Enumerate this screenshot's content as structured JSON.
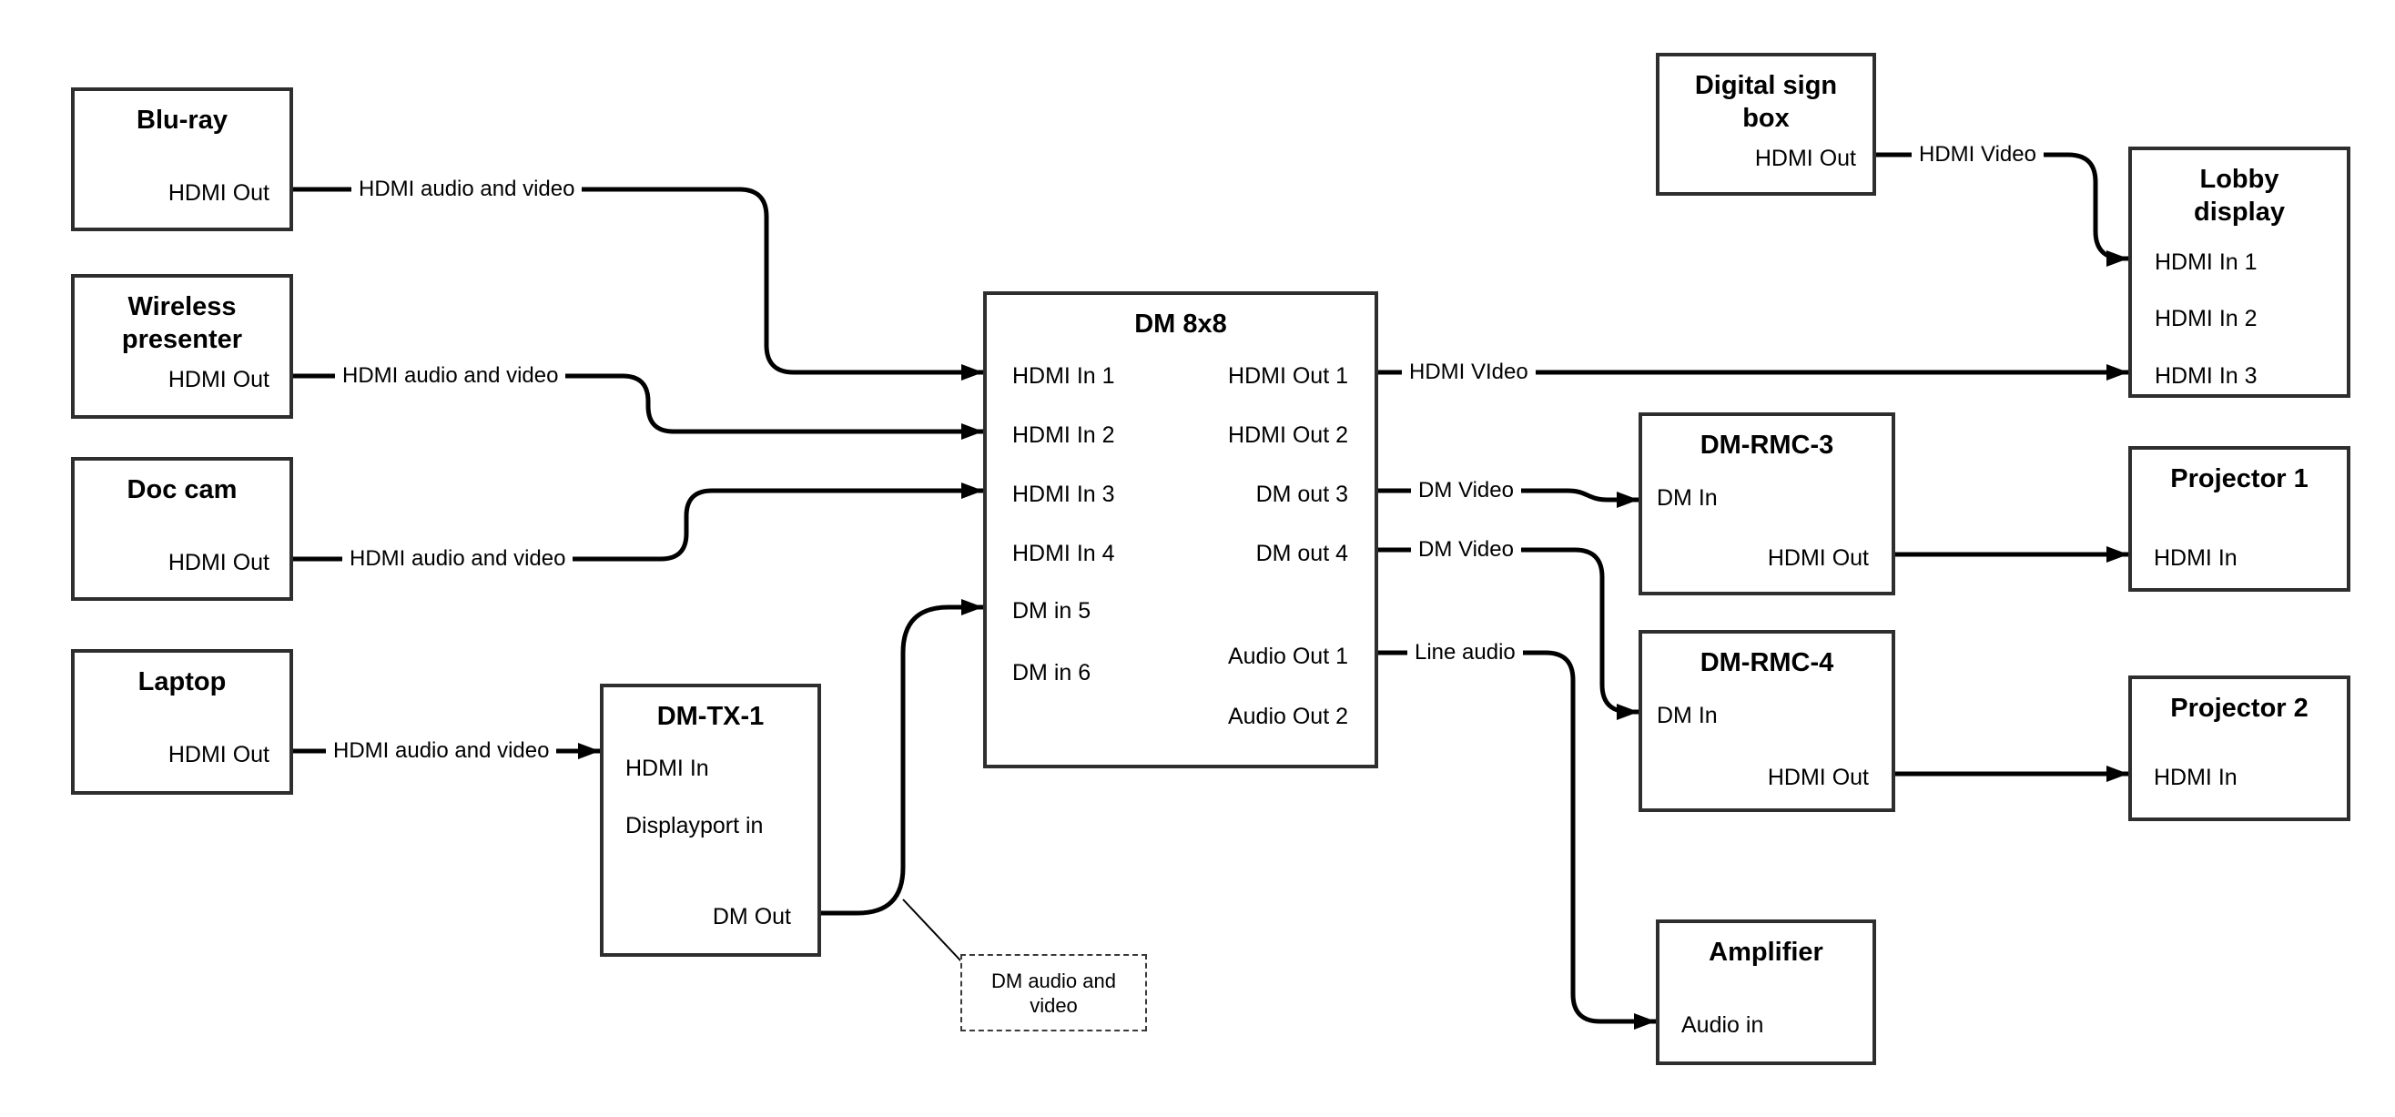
{
  "colors": {
    "background": "#ffffff",
    "line": "#000000",
    "box_border": "#2e2e2e",
    "text": "#000000"
  },
  "nodes": {
    "bluray": {
      "title": "Blu-ray",
      "port_hdmi_out": "HDMI Out"
    },
    "wireless_presenter": {
      "title": "Wireless presenter",
      "port_hdmi_out": "HDMI Out"
    },
    "doc_cam": {
      "title": "Doc cam",
      "port_hdmi_out": "HDMI Out"
    },
    "laptop": {
      "title": "Laptop",
      "port_hdmi_out": "HDMI Out"
    },
    "dm_tx_1": {
      "title": "DM-TX-1",
      "port_hdmi_in": "HDMI In",
      "port_displayport_in": "Displayport in",
      "port_dm_out": "DM Out"
    },
    "dm_8x8": {
      "title": "DM 8x8",
      "inputs": [
        "HDMI In 1",
        "HDMI In 2",
        "HDMI In 3",
        "HDMI In 4",
        "DM in 5",
        "DM in 6"
      ],
      "outputs": [
        "HDMI Out 1",
        "HDMI Out 2",
        "DM out 3",
        "DM out 4",
        "Audio Out 1",
        "Audio Out 2"
      ]
    },
    "digital_sign_box": {
      "title": "Digital sign box",
      "port_hdmi_out": "HDMI Out"
    },
    "lobby_display": {
      "title": "Lobby display",
      "inputs": [
        "HDMI In 1",
        "HDMI In 2",
        "HDMI In 3"
      ]
    },
    "dm_rmc_3": {
      "title": "DM-RMC-3",
      "port_dm_in": "DM In",
      "port_hdmi_out": "HDMI Out"
    },
    "projector_1": {
      "title": "Projector 1",
      "port_hdmi_in": "HDMI In"
    },
    "dm_rmc_4": {
      "title": "DM-RMC-4",
      "port_dm_in": "DM In",
      "port_hdmi_out": "HDMI Out"
    },
    "projector_2": {
      "title": "Projector 2",
      "port_hdmi_in": "HDMI In"
    },
    "amplifier": {
      "title": "Amplifier",
      "port_audio_in": "Audio in"
    }
  },
  "edge_labels": {
    "bluray_to_dm8x8": "HDMI audio and video",
    "wireless_to_dm8x8": "HDMI audio and video",
    "doccam_to_dm8x8": "HDMI audio and video",
    "laptop_to_dmtx1": "HDMI audio and video",
    "hdmi_out1": "HDMI VIdeo",
    "dm_out3": "DM Video",
    "dm_out4": "DM Video",
    "audio_out1": "Line audio",
    "digital_sign_to_lobby": "HDMI Video",
    "dm_callout": "DM audio and video"
  }
}
